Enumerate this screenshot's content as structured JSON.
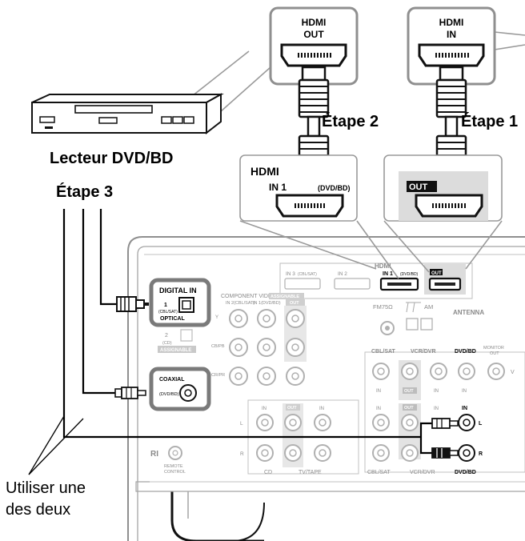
{
  "colors": {
    "panel_stroke": "#9a9a9a",
    "highlight_stroke": "#7d7d7d",
    "highlight_fill": "#d9d9d9",
    "cable": "#000000",
    "label_gray": "#8a8a8a"
  },
  "callouts": {
    "hdmi_out": {
      "line1": "HDMI",
      "line2": "OUT"
    },
    "hdmi_in": {
      "line1": "HDMI",
      "line2": "IN"
    }
  },
  "labels": {
    "step1": "Étape 1",
    "step2": "Étape 2",
    "step3": "Étape 3",
    "player": "Lecteur DVD/BD",
    "use_either_1": "Utiliser une",
    "use_either_2": "des deux"
  },
  "receiver_inset": {
    "hdmi_title": "HDMI",
    "in1": "IN 1",
    "in1_sub": "(DVD/BD)",
    "out": "OUT"
  },
  "panel": {
    "hdmi_header": "HDMI",
    "hdmi_in3": "IN 3",
    "hdmi_in3_sub": "(CBL/SAT)",
    "hdmi_in2": "IN 2",
    "hdmi_in1": "IN 1",
    "hdmi_in1_sub": "(DVD/BD)",
    "hdmi_out": "OUT",
    "digital_in": "DIGITAL IN",
    "optical_num": "1",
    "optical_sub": "(CBL/SAT)",
    "optical": "OPTICAL",
    "optical2_num": "2",
    "optical2_sub": "(CD)",
    "assignable": "ASSIGNABLE",
    "coaxial": "COAXIAL",
    "coaxial_sub": "(DVD/BD)",
    "component_video": "COMPONENT VIDEO",
    "component_assignable": "ASSIGNABLE",
    "comp_in2": "IN 2(CBL/SAT)",
    "comp_in1": "IN 1(DVD/BD)",
    "comp_out": "OUT",
    "comp_y": "Y",
    "comp_pb": "CB/PB",
    "comp_pr": "CR/PR",
    "fm": "FM75Ω",
    "am": "AM",
    "antenna": "ANTENNA",
    "cbl_sat": "CBL/SAT",
    "vcr_dvr": "VCR/DVR",
    "dvd_bd": "DVD/BD",
    "monitor": "MONITOR",
    "monitor_out": "OUT",
    "v": "V",
    "in": "IN",
    "out": "OUT",
    "l": "L",
    "r": "R",
    "cd": "CD",
    "tv_tape": "TV/TAPE",
    "ri": "RI",
    "remote": "REMOTE",
    "control": "CONTROL"
  }
}
